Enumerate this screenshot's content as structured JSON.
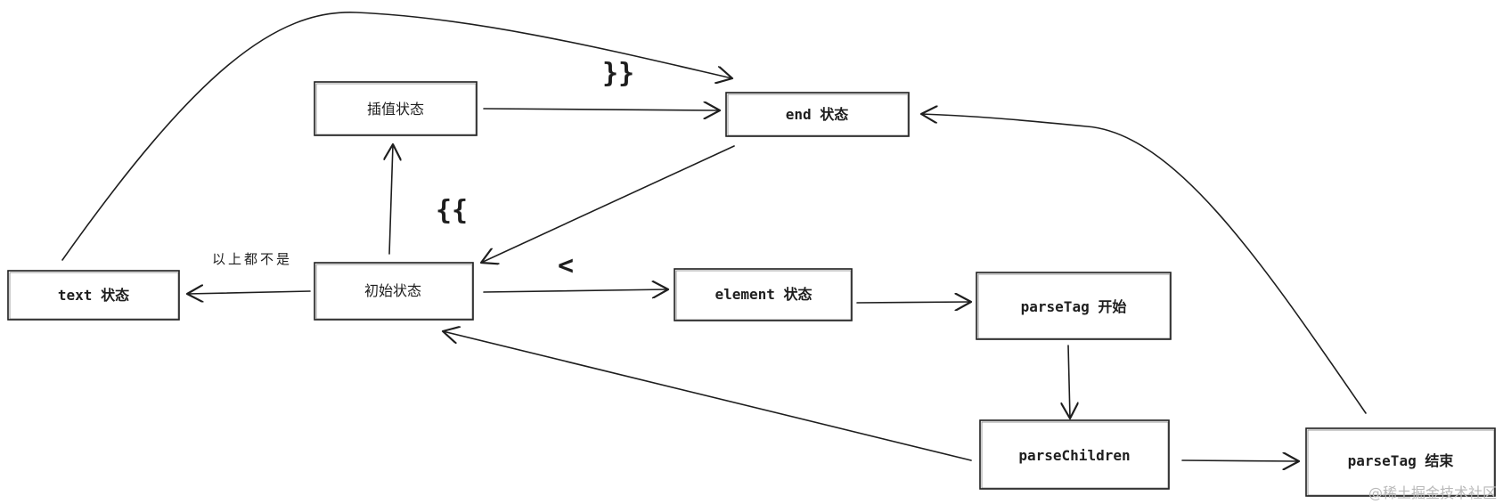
{
  "nodes": {
    "insert": "插值状态",
    "end": "end 状态",
    "text": "text 状态",
    "initial": "初始状态",
    "element": "element 状态",
    "parsetag_start": "parseTag 开始",
    "parse_children": "parseChildren",
    "parsetag_end": "parseTag 结束"
  },
  "edge_labels": {
    "close_braces": "}}",
    "open_braces": "{{",
    "less_than": "<",
    "none_of_above": "以上都不是"
  },
  "watermark": "@稀土掘金技术社区"
}
